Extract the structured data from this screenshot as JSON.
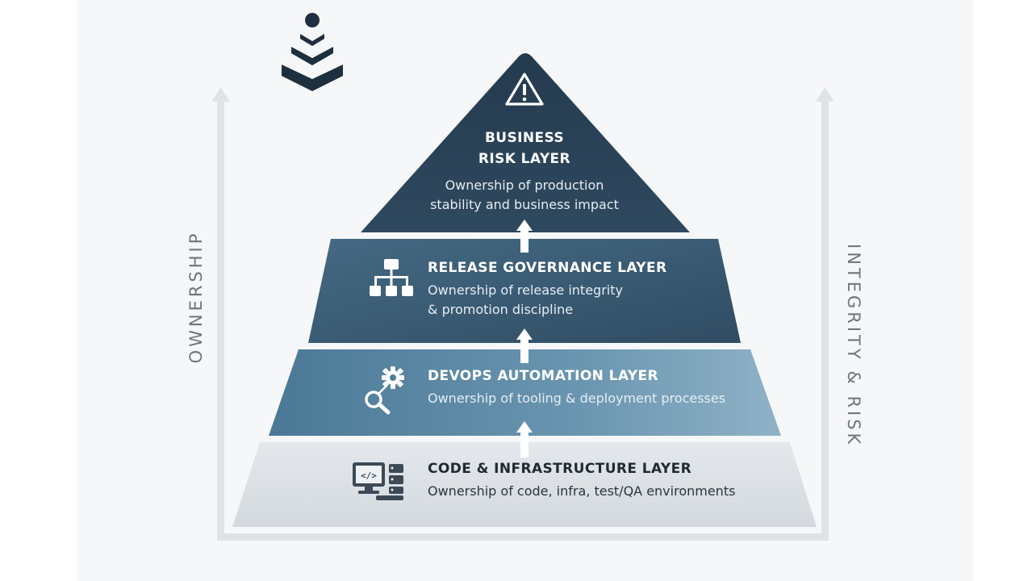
{
  "side_labels": {
    "left": "OWNERSHIP",
    "right": "INTEGRITY & RISK"
  },
  "layers": [
    {
      "title_line1": "BUSINESS",
      "title_line2": "RISK LAYER",
      "description_line1": "Ownership of production",
      "description_line2": "stability and business impact",
      "icon": "warning-icon"
    },
    {
      "title": "RELEASE GOVERNANCE LAYER",
      "description_line1": "Ownership of release integrity",
      "description_line2": "& promotion discipline",
      "icon": "hierarchy-icon"
    },
    {
      "title": "DEVOPS AUTOMATION LAYER",
      "description": "Ownership of tooling & deployment processes",
      "icon": "gear-search-icon"
    },
    {
      "title": "CODE & INFRASTRUCTURE LAYER",
      "description": "Ownership of code, infra, test/QA environments",
      "icon": "code-server-icon"
    }
  ],
  "colors": {
    "top": "#2c4459",
    "governance": "#3a5b73",
    "automation": "#5c8aa6",
    "base": "#dfe3e7",
    "axis": "#dde2e6",
    "panel": "#f6f7f8"
  }
}
